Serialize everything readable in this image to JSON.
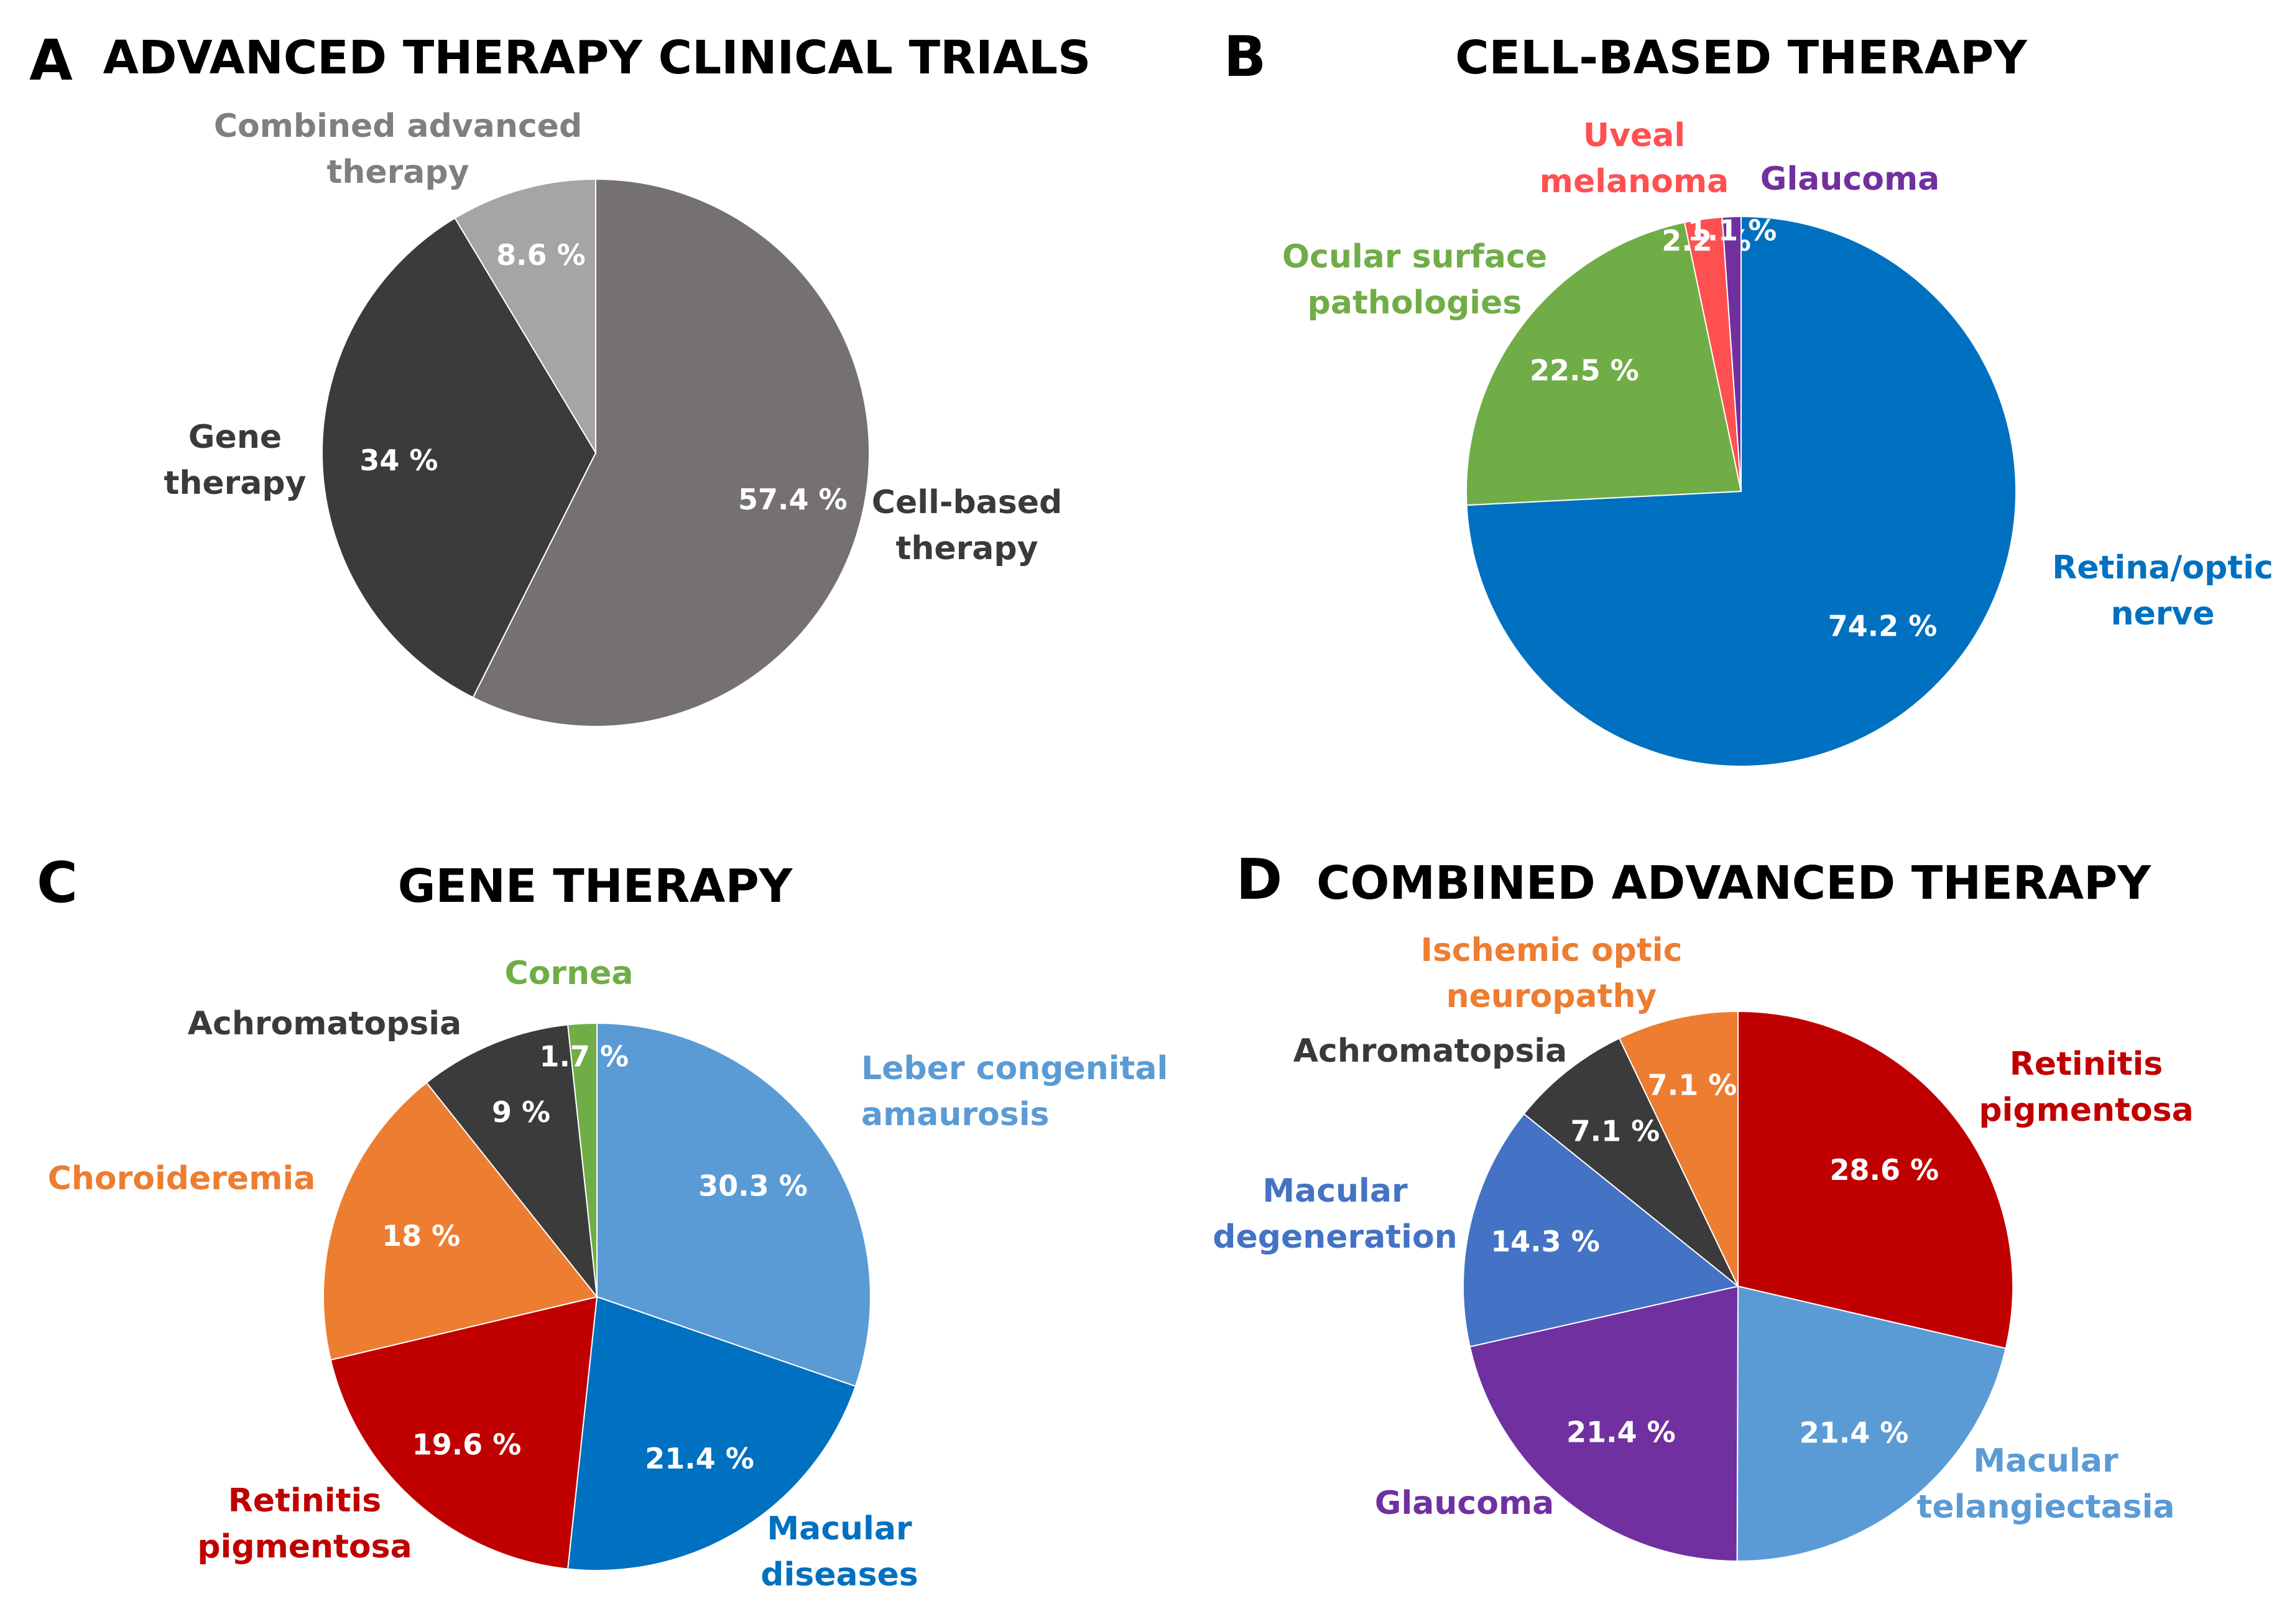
{
  "chart_data": [
    {
      "type": "pie",
      "panel_letter": "A",
      "title": "ADVANCED THERAPY CLINICAL TRIALS",
      "slices": [
        {
          "label": [
            "Cell-based",
            "therapy"
          ],
          "value": 57.4,
          "value_text": "57.4 %",
          "color": "#757171",
          "label_color": "#3a3a3a"
        },
        {
          "label": [
            "Gene",
            "therapy"
          ],
          "value": 34,
          "value_text": "34 %",
          "color": "#3b3b3b",
          "label_color": "#3a3a3a"
        },
        {
          "label": [
            "Combined advanced",
            "therapy"
          ],
          "value": 8.6,
          "value_text": "8.6 %",
          "color": "#a5a5a5",
          "label_color": "#7f7f7f"
        }
      ]
    },
    {
      "type": "pie",
      "panel_letter": "B",
      "title": "CELL-BASED THERAPY",
      "slices": [
        {
          "label": [
            "Retina/optic",
            "nerve"
          ],
          "value": 74.2,
          "value_text": "74.2 %",
          "color": "#0070c0",
          "label_color": "#0070c0"
        },
        {
          "label": [
            "Ocular surface",
            "pathologies"
          ],
          "value": 22.5,
          "value_text": "22.5 %",
          "color": "#70ad47",
          "label_color": "#70ad47"
        },
        {
          "label": [
            "Uveal",
            "melanoma"
          ],
          "value": 2.2,
          "value_text": "2.2 %",
          "color": "#ff5050",
          "label_color": "#ff5050"
        },
        {
          "label": [
            "Glaucoma"
          ],
          "value": 1.1,
          "value_text": "1.1 %",
          "color": "#7030a0",
          "label_color": "#7030a0"
        }
      ]
    },
    {
      "type": "pie",
      "panel_letter": "C",
      "title": "GENE THERAPY",
      "slices": [
        {
          "label": [
            "Leber congenital",
            "amaurosis"
          ],
          "value": 30.3,
          "value_text": "30.3 %",
          "color": "#5b9bd5",
          "label_color": "#5b9bd5"
        },
        {
          "label": [
            "Macular",
            "diseases"
          ],
          "value": 21.4,
          "value_text": "21.4 %",
          "color": "#0070c0",
          "label_color": "#0070c0"
        },
        {
          "label": [
            "Retinitis",
            "pigmentosa"
          ],
          "value": 19.6,
          "value_text": "19.6 %",
          "color": "#c00000",
          "label_color": "#c00000"
        },
        {
          "label": [
            "Choroideremia"
          ],
          "value": 18,
          "value_text": "18 %",
          "color": "#ed7d31",
          "label_color": "#ed7d31"
        },
        {
          "label": [
            "Achromatopsia"
          ],
          "value": 9,
          "value_text": "9 %",
          "color": "#3b3b3b",
          "label_color": "#3a3a3a"
        },
        {
          "label": [
            "Cornea"
          ],
          "value": 1.7,
          "value_text": "1.7 %",
          "color": "#70ad47",
          "label_color": "#70ad47"
        }
      ]
    },
    {
      "type": "pie",
      "panel_letter": "D",
      "title": "COMBINED ADVANCED THERAPY",
      "slices": [
        {
          "label": [
            "Retinitis",
            "pigmentosa"
          ],
          "value": 28.6,
          "value_text": "28.6 %",
          "color": "#c00000",
          "label_color": "#c00000"
        },
        {
          "label": [
            "Macular",
            "telangiectasia"
          ],
          "value": 21.4,
          "value_text": "21.4 %",
          "color": "#5b9bd5",
          "label_color": "#5b9bd5"
        },
        {
          "label": [
            "Glaucoma"
          ],
          "value": 21.4,
          "value_text": "21.4 %",
          "color": "#7030a0",
          "label_color": "#7030a0"
        },
        {
          "label": [
            "Macular",
            "degeneration"
          ],
          "value": 14.3,
          "value_text": "14.3 %",
          "color": "#4472c4",
          "label_color": "#4472c4"
        },
        {
          "label": [
            "Achromatopsia"
          ],
          "value": 7.1,
          "value_text": "7.1 %",
          "color": "#3b3b3b",
          "label_color": "#3a3a3a"
        },
        {
          "label": [
            "Ischemic optic",
            "neuropathy"
          ],
          "value": 7.1,
          "value_text": "7.1 %",
          "color": "#ed7d31",
          "label_color": "#ed7d31"
        }
      ]
    }
  ]
}
